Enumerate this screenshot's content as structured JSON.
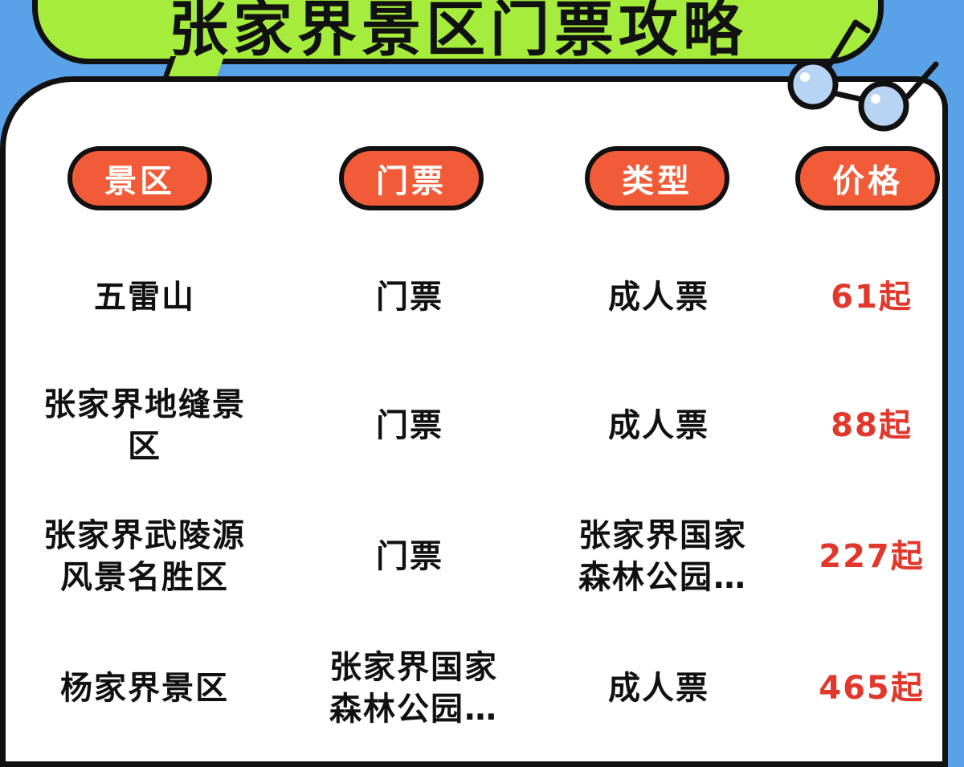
{
  "banner": {
    "title": "张家界景区门票攻略"
  },
  "headers": {
    "scenic": "景区",
    "ticket": "门票",
    "type": "类型",
    "price": "价格"
  },
  "rows": [
    {
      "scenic": "五雷山",
      "ticket": "门票",
      "type": "成人票",
      "price": "61起"
    },
    {
      "scenic": "张家界地缝景区",
      "ticket": "门票",
      "type": "成人票",
      "price": "88起"
    },
    {
      "scenic": "张家界武陵源风景名胜区",
      "ticket": "门票",
      "type": "张家界国家森林公园…",
      "price": "227起"
    },
    {
      "scenic": "杨家界景区",
      "ticket": "张家界国家森林公园…",
      "type": "成人票",
      "price": "465起"
    }
  ],
  "colors": {
    "background": "#5aa2e8",
    "banner": "#a6ec3c",
    "pill": "#f25b37",
    "price": "#e2372b"
  },
  "icons": {
    "decoration": "glasses-icon"
  }
}
